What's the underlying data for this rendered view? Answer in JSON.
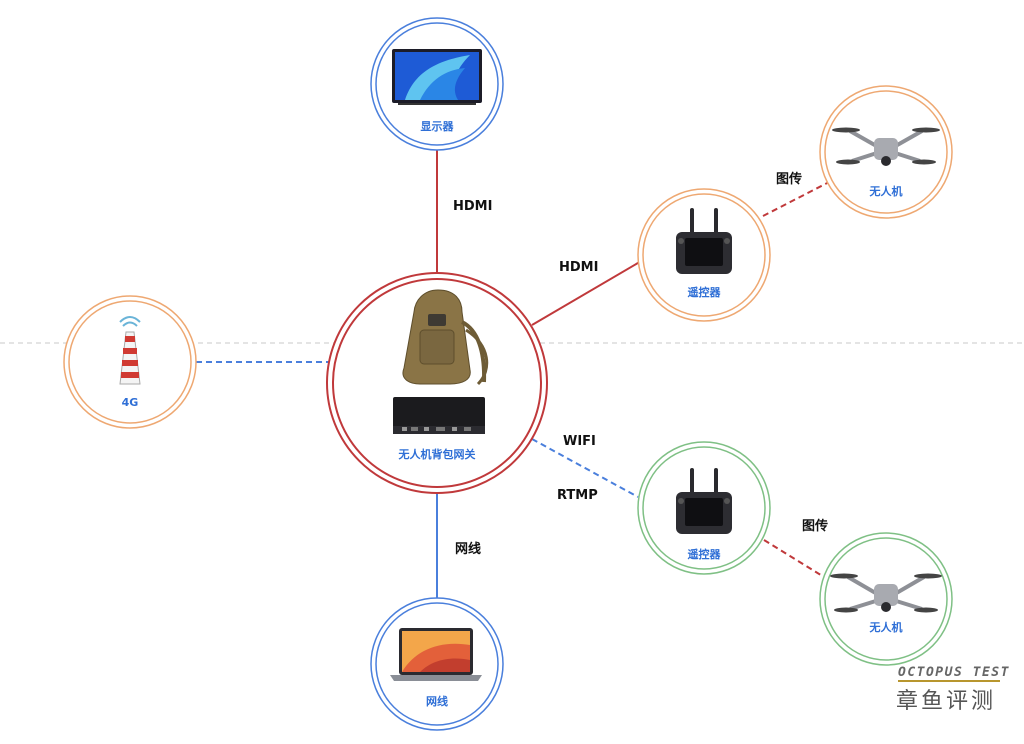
{
  "colors": {
    "red": "#c0393b",
    "blue": "#4a7fdc",
    "orange": "#eea872",
    "green": "#7fc085",
    "label_blue": "#2f6fd6"
  },
  "nodes": {
    "display": {
      "label": "显示器",
      "icon": "tv-monitor-icon"
    },
    "gateway": {
      "label": "无人机背包网关",
      "icon": "backpack-gateway-icon"
    },
    "modem_4g": {
      "label": "4G",
      "icon": "cell-tower-icon"
    },
    "laptop": {
      "label": "网线",
      "icon": "laptop-icon"
    },
    "remote_top": {
      "label": "遥控器",
      "icon": "remote-controller-icon"
    },
    "remote_bottom": {
      "label": "遥控器",
      "icon": "remote-controller-icon"
    },
    "drone_top": {
      "label": "无人机",
      "icon": "drone-icon"
    },
    "drone_bottom": {
      "label": "无人机",
      "icon": "drone-icon"
    }
  },
  "edges": {
    "display_gateway": "HDMI",
    "gateway_remote_top": "HDMI",
    "remote_top_drone": "图传",
    "gateway_remote_bottom_1": "WIFI",
    "gateway_remote_bottom_2": "RTMP",
    "remote_bottom_drone": "图传",
    "gateway_laptop": "网线"
  },
  "watermark": {
    "en": "OCTOPUS TEST",
    "cn": "章鱼评测"
  }
}
